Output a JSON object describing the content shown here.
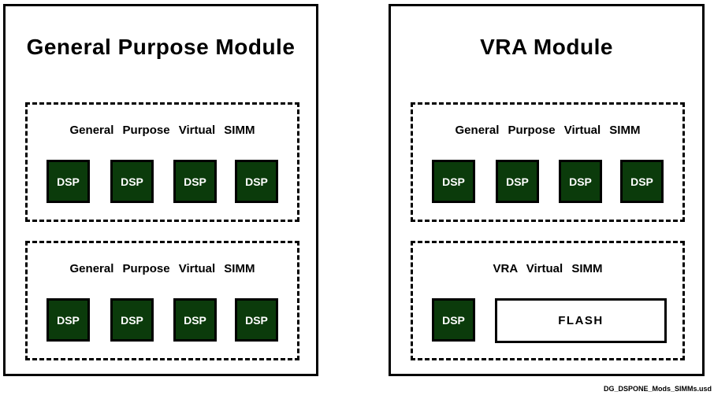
{
  "modules": [
    {
      "title": "General Purpose Module",
      "simms": [
        {
          "label": "General Purpose Virtual SIMM",
          "chips": [
            "DSP",
            "DSP",
            "DSP",
            "DSP"
          ]
        },
        {
          "label": "General Purpose Virtual SIMM",
          "chips": [
            "DSP",
            "DSP",
            "DSP",
            "DSP"
          ]
        }
      ]
    },
    {
      "title": "VRA Module",
      "simms": [
        {
          "label": "General Purpose Virtual SIMM",
          "chips": [
            "DSP",
            "DSP",
            "DSP",
            "DSP"
          ]
        },
        {
          "label": "VRA Virtual SIMM",
          "chips": [
            "DSP"
          ],
          "memory": "FLASH"
        }
      ]
    }
  ],
  "footer": {
    "filename": "DG_DSPONE_Mods_SIMMs.usd"
  },
  "colors": {
    "dsp_fill": "#0b3b0b",
    "dsp_text": "#ffffff",
    "line": "#000000",
    "background": "#ffffff"
  }
}
